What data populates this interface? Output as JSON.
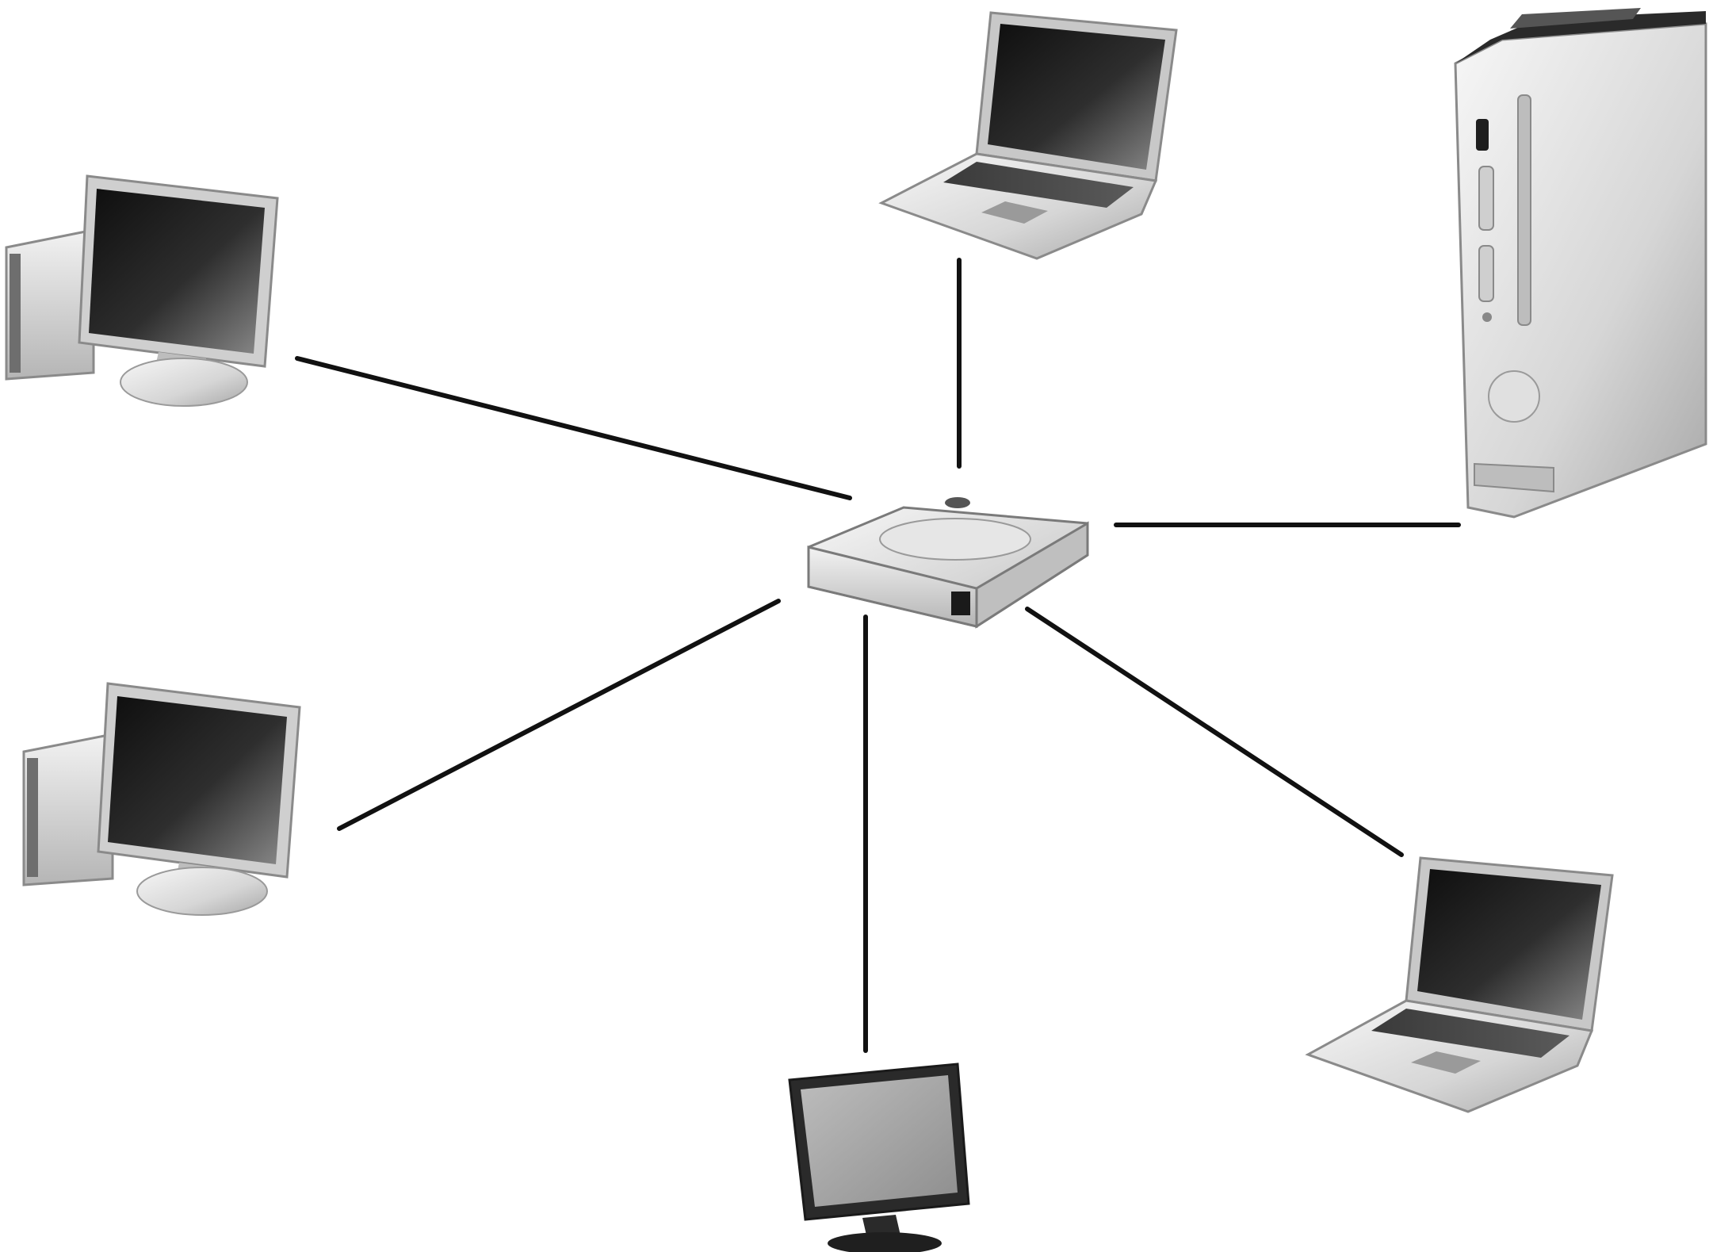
{
  "diagram": {
    "type": "star-network",
    "nodes": [
      {
        "id": "hub",
        "kind": "network-hub"
      },
      {
        "id": "desktop-top-left",
        "kind": "desktop-computer"
      },
      {
        "id": "desktop-mid-left",
        "kind": "desktop-computer"
      },
      {
        "id": "laptop-top",
        "kind": "laptop"
      },
      {
        "id": "game-console",
        "kind": "game-console"
      },
      {
        "id": "laptop-bottom-right",
        "kind": "laptop"
      },
      {
        "id": "monitor-bottom",
        "kind": "monitor"
      }
    ],
    "edges": [
      {
        "from": "hub",
        "to": "desktop-top-left"
      },
      {
        "from": "hub",
        "to": "desktop-mid-left"
      },
      {
        "from": "hub",
        "to": "laptop-top"
      },
      {
        "from": "hub",
        "to": "game-console"
      },
      {
        "from": "hub",
        "to": "laptop-bottom-right"
      },
      {
        "from": "hub",
        "to": "monitor-bottom"
      }
    ]
  },
  "colors": {
    "background": "#ffffff",
    "link": "#111111",
    "device_body": "#d9d9d9",
    "device_shadow": "#8c8c8c",
    "screen": "#1c1c1c"
  }
}
